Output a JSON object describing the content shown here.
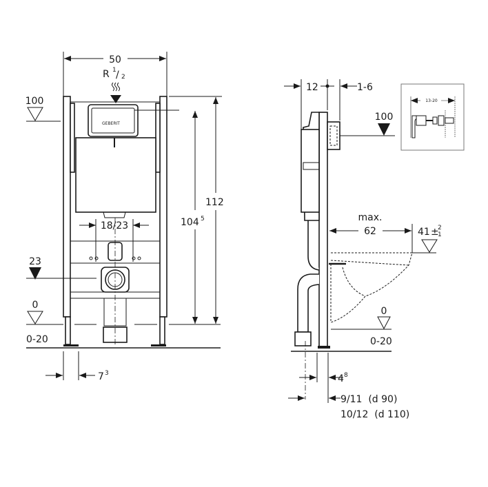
{
  "front_view": {
    "width_dim": "50",
    "water_connection": "R",
    "water_connection_frac_num": "1",
    "water_connection_frac_den": "2",
    "level_100": "100",
    "level_23": "23",
    "level_0": "0",
    "floor_range": "0-20",
    "height_112": "112",
    "height_104": "104",
    "height_104_sup": "5",
    "bolt_spacing": "18/23",
    "foot_offset": "7",
    "foot_offset_sup": "3",
    "brand_mark": "GEBERIT"
  },
  "side_view": {
    "depth_12": "12",
    "wall_range": "1-6",
    "level_100": "100",
    "max_label": "max.",
    "bowl_depth": "62",
    "seat_height": "41",
    "seat_tol_sign": "±",
    "seat_tol_plus": "2",
    "seat_tol_minus": "1",
    "level_0": "0",
    "floor_range": "0-20",
    "offset_48": "4",
    "offset_48_sup": "8",
    "pipe_d90": "9/11  (d 90)",
    "pipe_d110": "10/12  (d 110)"
  },
  "inset": {
    "range": "13-20"
  }
}
